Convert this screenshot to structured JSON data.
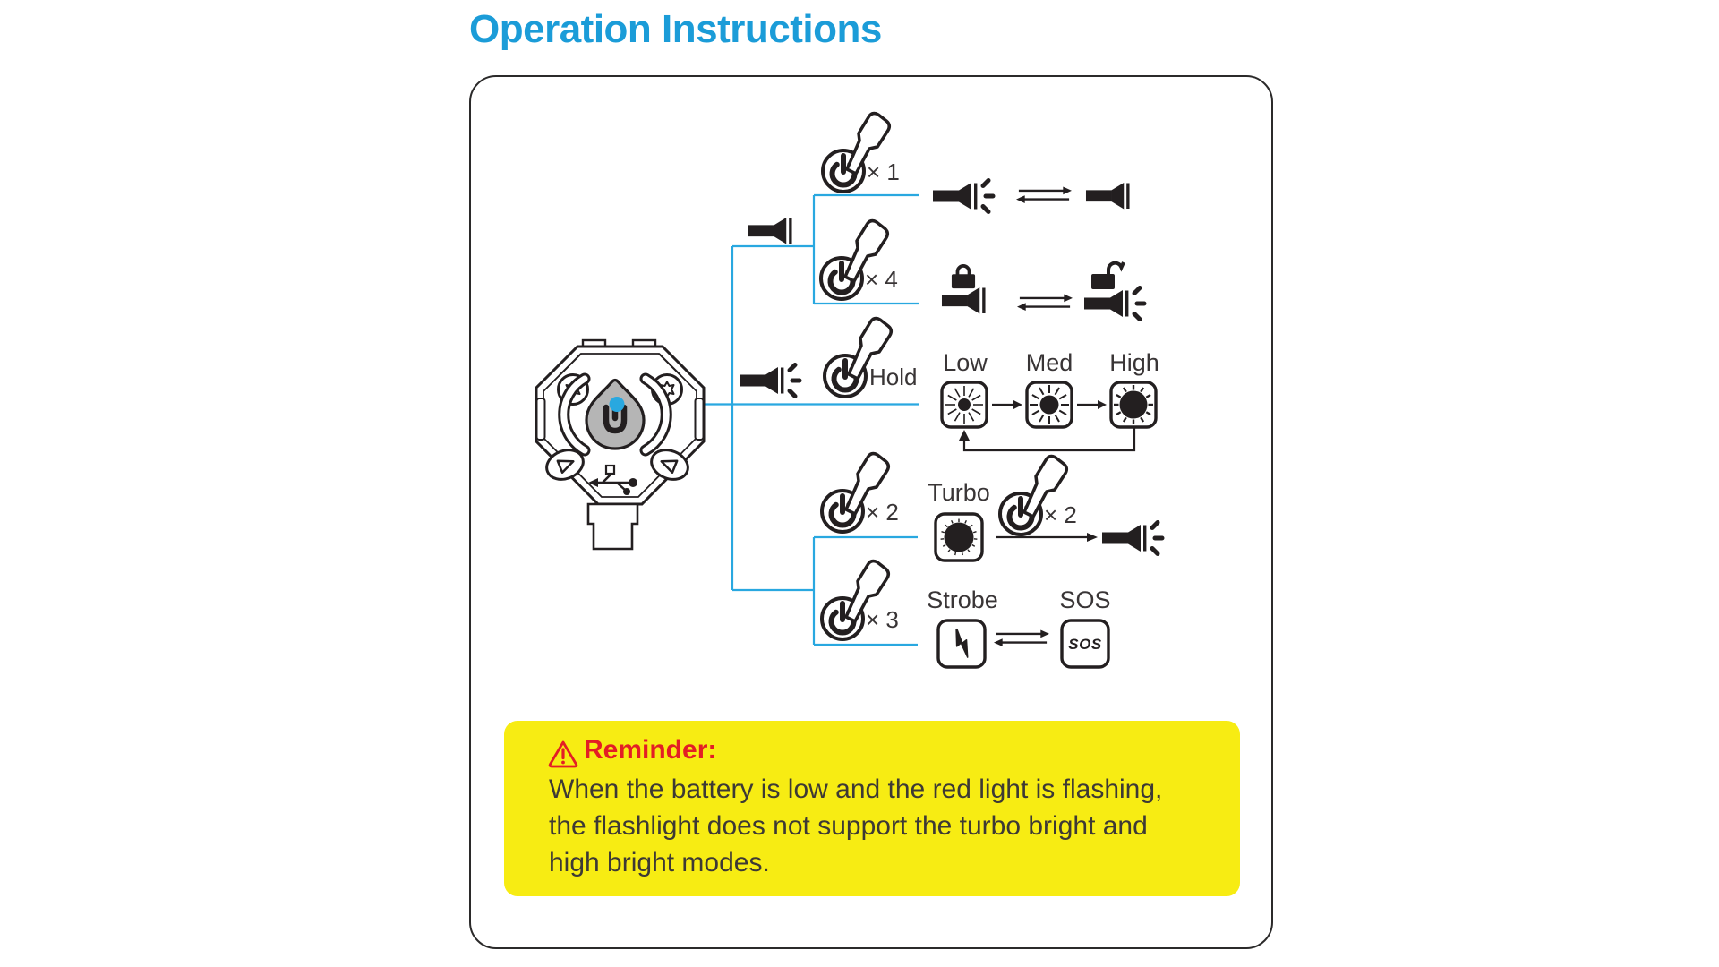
{
  "title": "Operation Instructions",
  "colors": {
    "accent_blue": "#1b9cd8",
    "line_blue": "#29a8e0",
    "ink": "#231f20",
    "text_dark": "#3d3935",
    "reminder_bg": "#f7ec13",
    "reminder_red": "#e31e25",
    "button_gray": "#b5b5b5"
  },
  "diagram": {
    "press_labels": {
      "x1": "× 1",
      "x4": "× 4",
      "hold": "Hold",
      "x2": "× 2",
      "x2_again": "× 2",
      "x3": "× 3"
    },
    "brightness_labels": {
      "low": "Low",
      "med": "Med",
      "high": "High"
    },
    "mode_labels": {
      "turbo": "Turbo",
      "strobe": "Strobe",
      "sos": "SOS"
    },
    "sos_badge": "SOS",
    "icons": {
      "device": "flashlight-device-front",
      "press_button": "finger-press-power-button",
      "flashlight_on": "flashlight-on",
      "flashlight_off": "flashlight-off",
      "lock_closed": "locked-flashlight",
      "lock_open": "unlocked-flashlight",
      "warning": "⚠"
    }
  },
  "reminder": {
    "heading": "Reminder:",
    "lines": [
      "When the battery is low and the red light is flashing,",
      "the flashlight does not support the turbo bright and",
      "high bright modes."
    ]
  }
}
